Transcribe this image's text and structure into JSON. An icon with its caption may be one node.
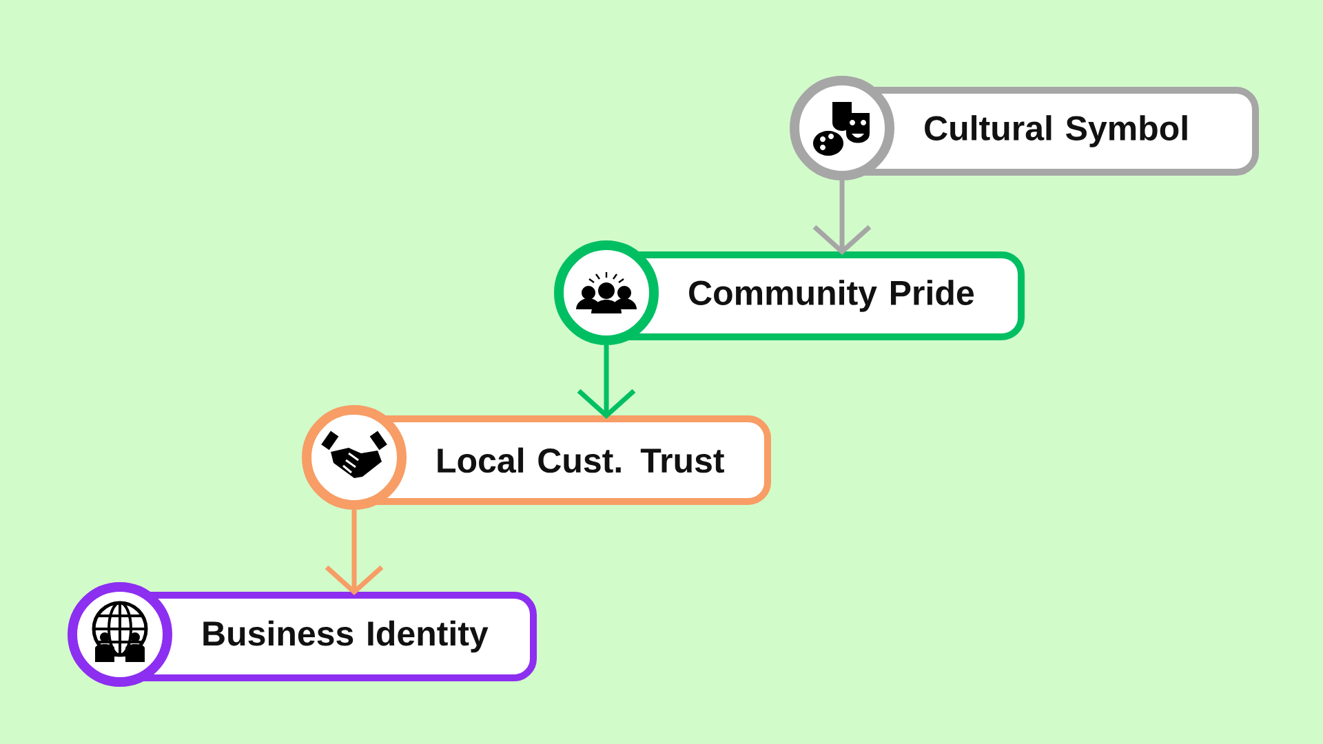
{
  "diagram": {
    "nodes": [
      {
        "text": [
          "Cultural Symbol"
        ]
      },
      {
        "text": [
          "Community Pride"
        ]
      },
      {
        "text": [
          "Local Cust. Trust"
        ]
      },
      {
        "text": [
          "Business Identity"
        ]
      }
    ],
    "edges": [
      {
        "from": 0,
        "to": 1,
        "arrow": "to",
        "color": "#a6a6a6"
      },
      {
        "from": 1,
        "to": 2,
        "arrow": "to",
        "color": "#00bf63"
      },
      {
        "from": 2,
        "to": 3,
        "arrow": "to",
        "color": "#f79d65"
      }
    ]
  }
}
